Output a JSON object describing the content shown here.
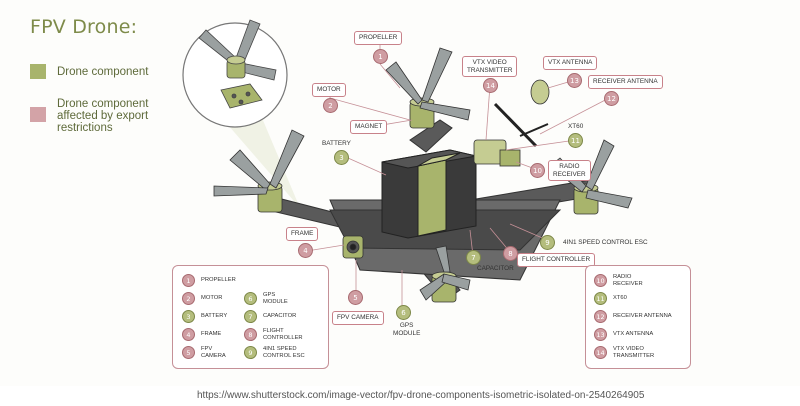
{
  "title": "FPV Drone:",
  "legend": [
    {
      "color": "#a8b46c",
      "text": "Drone component"
    },
    {
      "color": "#d3a3a7",
      "text": "Drone component affected by export restrictions"
    }
  ],
  "callouts": {
    "propeller": "PROPELLER",
    "motor": "MOTOR",
    "magnet": "MAGNET",
    "battery": "BATTERY",
    "frame": "FRAME",
    "fpv_camera": "FPV CAMERA",
    "gps_module": "GPS\nMODULE",
    "capacitor": "CAPACITOR",
    "flight_controller": "FLIGHT CONTROLLER",
    "speed_control": "4IN1 SPEED CONTROL ESC",
    "vtx_video": "VTX VIDEO\nTRANSMITTER",
    "vtx_antenna": "VTX ANTENNA",
    "receiver_antenna": "RECEIVER ANTENNA",
    "xt60": "XT60",
    "radio_receiver": "RADIO\nRECEIVER"
  },
  "badges": {
    "b1": "1",
    "b2": "2",
    "b3": "3",
    "b4": "4",
    "b5": "5",
    "b6": "6",
    "b7": "7",
    "b8": "8",
    "b9": "9",
    "b10": "10",
    "b11": "11",
    "b12": "12",
    "b13": "13",
    "b14": "14"
  },
  "key_left": [
    {
      "num": "1",
      "kind": "red",
      "label": "PROPELLER"
    },
    {
      "num": "2",
      "kind": "red",
      "label": "MOTOR"
    },
    {
      "num": "3",
      "kind": "green",
      "label": "BATTERY"
    },
    {
      "num": "4",
      "kind": "red",
      "label": "FRAME"
    },
    {
      "num": "5",
      "kind": "red",
      "label": "FPV\nCAMERA"
    },
    {
      "num": "6",
      "kind": "green",
      "label": "GPS\nMODULE"
    },
    {
      "num": "7",
      "kind": "green",
      "label": "CAPACITOR"
    },
    {
      "num": "8",
      "kind": "red",
      "label": "FLIGHT\nCONTROLLER"
    },
    {
      "num": "9",
      "kind": "green",
      "label": "4IN1 SPEED\nCONTROL ESC"
    }
  ],
  "key_right": [
    {
      "num": "10",
      "kind": "red",
      "label": "RADIO\nRECEIVER"
    },
    {
      "num": "11",
      "kind": "green",
      "label": "XT60"
    },
    {
      "num": "12",
      "kind": "red",
      "label": "RECEIVER ANTENNA"
    },
    {
      "num": "13",
      "kind": "red",
      "label": "VTX ANTENNA"
    },
    {
      "num": "14",
      "kind": "red",
      "label": "VTX VIDEO\nTRANSMITTER"
    }
  ],
  "footer": "https://www.shutterstock.com/image-vector/fpv-drone-components-isometric-isolated-on-2540264905"
}
